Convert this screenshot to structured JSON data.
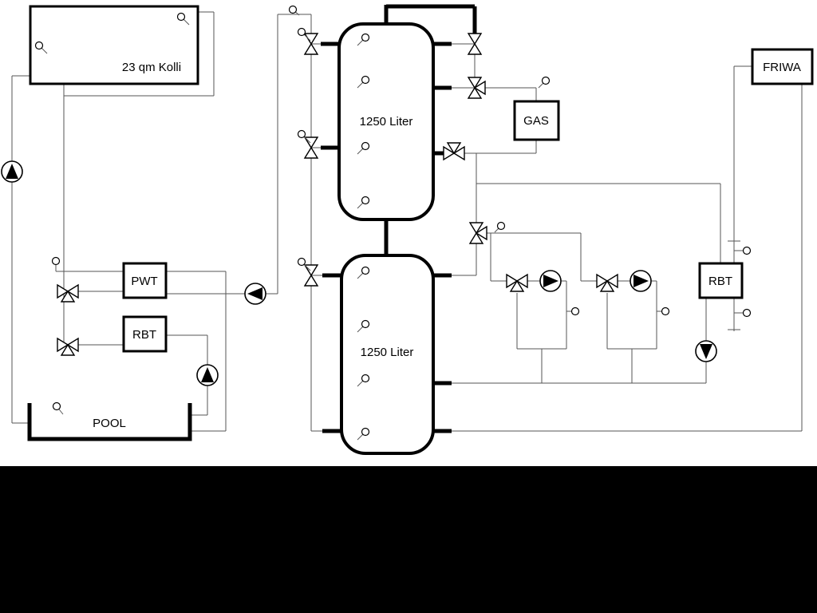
{
  "page": {
    "background_color": "#ffffff",
    "footer_bar_color": "#000000"
  },
  "diagram": {
    "collector": {
      "label": "23 qm Kolli"
    },
    "tank_top": {
      "label": "1250 Liter"
    },
    "tank_bottom": {
      "label": "1250 Liter"
    },
    "gas_boiler": {
      "label": "GAS"
    },
    "friwa": {
      "label": "FRIWA"
    },
    "heat_exchanger": {
      "label": "PWT"
    },
    "rbt_left": {
      "label": "RBT"
    },
    "rbt_right": {
      "label": "RBT"
    },
    "pool": {
      "label": "POOL"
    },
    "icons": [
      "pump-icon",
      "three-way-valve-icon",
      "shutoff-valve-icon",
      "temperature-sensor-icon"
    ],
    "colors": {
      "pipe_thin": "#555555",
      "pipe_thick": "#000000",
      "component_outline": "#000000",
      "component_fill": "#ffffff"
    }
  }
}
